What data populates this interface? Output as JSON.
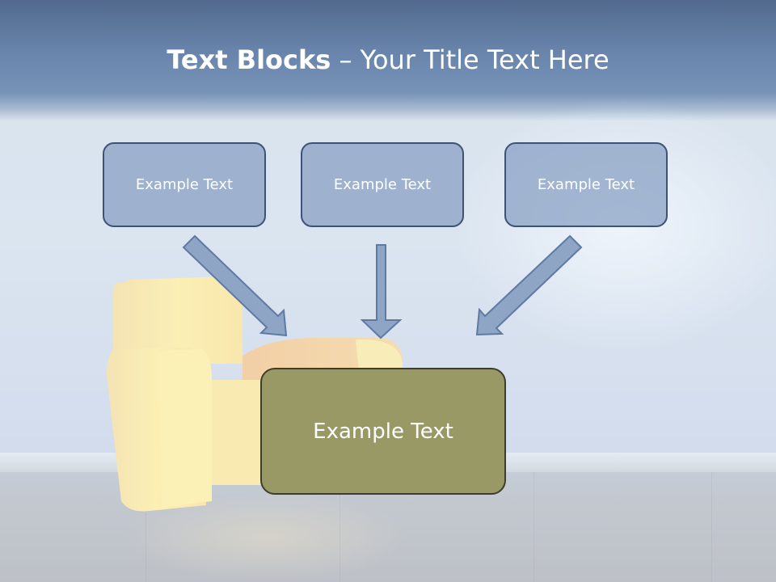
{
  "title": {
    "strong": "Text Blocks",
    "separator": " – ",
    "rest": "Your Title Text Here"
  },
  "blocks": {
    "top_left": "Example Text",
    "top_center": "Example Text",
    "top_right": "Example Text",
    "bottom": "Example Text"
  },
  "colors": {
    "title_band": "#6783aa",
    "block_fill": "#879ec2",
    "block_border": "#3d5375",
    "bottom_fill": "#999966",
    "arrow_fill": "#8ea5c6",
    "arrow_stroke": "#5d7aa3",
    "title_text": "#ffffff"
  }
}
